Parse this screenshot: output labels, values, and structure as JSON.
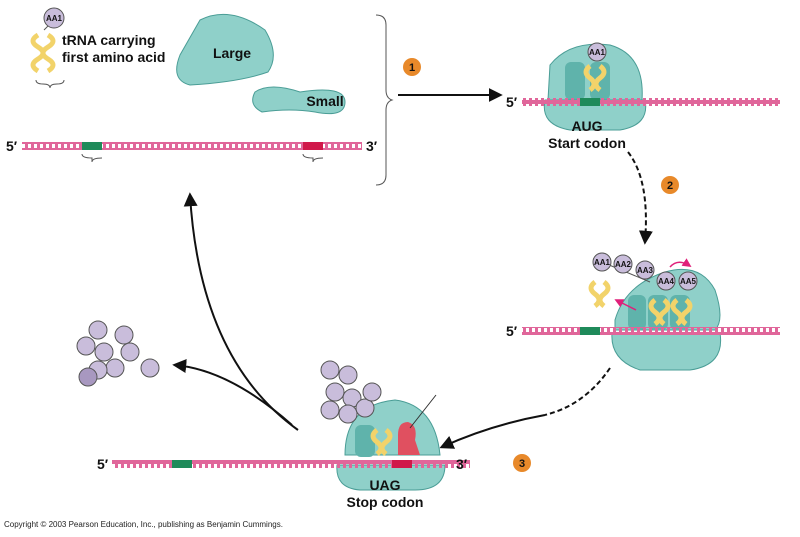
{
  "labels": {
    "trna_line1": "tRNA carrying",
    "trna_line2": "first amino acid",
    "large": "Large",
    "small": "Small",
    "five_prime": "5′",
    "three_prime": "3′",
    "start_codon_seq": "AUG",
    "start_codon": "Start codon",
    "stop_codon_seq": "UAG",
    "stop_codon": "Stop codon"
  },
  "amino_acids": [
    "AA1",
    "AA2",
    "AA3",
    "AA4",
    "AA5"
  ],
  "steps": [
    "1",
    "2",
    "3"
  ],
  "copyright": "Copyright © 2003 Pearson Education, Inc., publishing as Benjamin Cummings.",
  "colors": {
    "mrna": "#e0669a",
    "start": "#1f8a5a",
    "stop": "#d0184a",
    "ribosome": "#8fd0c9",
    "trna": "#f2d36a",
    "amino": "#c9bddb",
    "step": "#e8892a",
    "arrow_pink": "#e0207a"
  }
}
